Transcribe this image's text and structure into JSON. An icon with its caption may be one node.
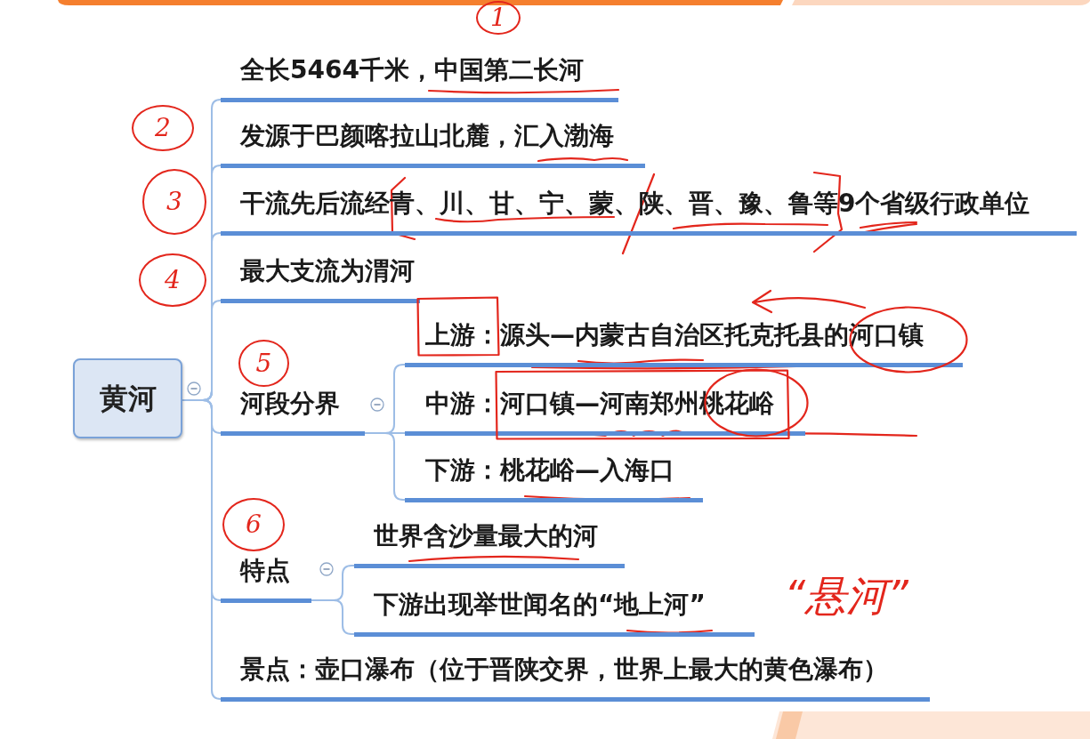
{
  "diagram": {
    "nodes": [
      {
        "text": [
          "黄河"
        ]
      },
      {
        "text": [
          "全长5464千米，中国第二长河"
        ],
        "beside": [
          "1"
        ]
      },
      {
        "text": [
          "发源于巴颜喀拉山北麓，汇入渤海"
        ],
        "beside": [
          "2"
        ]
      },
      {
        "text": [
          "干流先后流经青、川、甘、宁、蒙、陕、晋、豫、鲁等9个省级行政单位"
        ],
        "beside": [
          "3"
        ]
      },
      {
        "text": [
          "最大支流为渭河"
        ],
        "beside": [
          "4"
        ]
      },
      {
        "text": [
          "河段分界"
        ],
        "beside": [
          "5"
        ]
      },
      {
        "text": [
          "上游：源头—内蒙古自治区托克托县的河口镇"
        ]
      },
      {
        "text": [
          "中游：河口镇—河南郑州桃花峪"
        ]
      },
      {
        "text": [
          "下游：桃花峪—入海口"
        ]
      },
      {
        "text": [
          "特点"
        ],
        "beside": [
          "6"
        ]
      },
      {
        "text": [
          "世界含沙量最大的河"
        ]
      },
      {
        "text": [
          "下游出现举世闻名的“地上河”"
        ],
        "beside": [
          "“悬河”"
        ]
      },
      {
        "text": [
          "景点：壶口瀑布（位于晋陕交界，世界上最大的黄色瀑布）"
        ]
      },
      {
        "text": [],
        "shape": "box"
      },
      {
        "text": [],
        "shape": "circle"
      },
      {
        "text": [],
        "shape": "box"
      },
      {
        "text": [],
        "shape": "circle"
      }
    ],
    "edges": [
      {
        "from": 0,
        "to": 1,
        "arrow": "none"
      },
      {
        "from": 0,
        "to": 2,
        "arrow": "none"
      },
      {
        "from": 0,
        "to": 3,
        "arrow": "none"
      },
      {
        "from": 0,
        "to": 4,
        "arrow": "none"
      },
      {
        "from": 0,
        "to": 5,
        "arrow": "none"
      },
      {
        "from": 5,
        "to": 6,
        "arrow": "none"
      },
      {
        "from": 5,
        "to": 7,
        "arrow": "none"
      },
      {
        "from": 5,
        "to": 8,
        "arrow": "none"
      },
      {
        "from": 0,
        "to": 9,
        "arrow": "none"
      },
      {
        "from": 9,
        "to": 10,
        "arrow": "none"
      },
      {
        "from": 9,
        "to": 11,
        "arrow": "none"
      },
      {
        "from": 0,
        "to": 12,
        "arrow": "none"
      }
    ]
  }
}
